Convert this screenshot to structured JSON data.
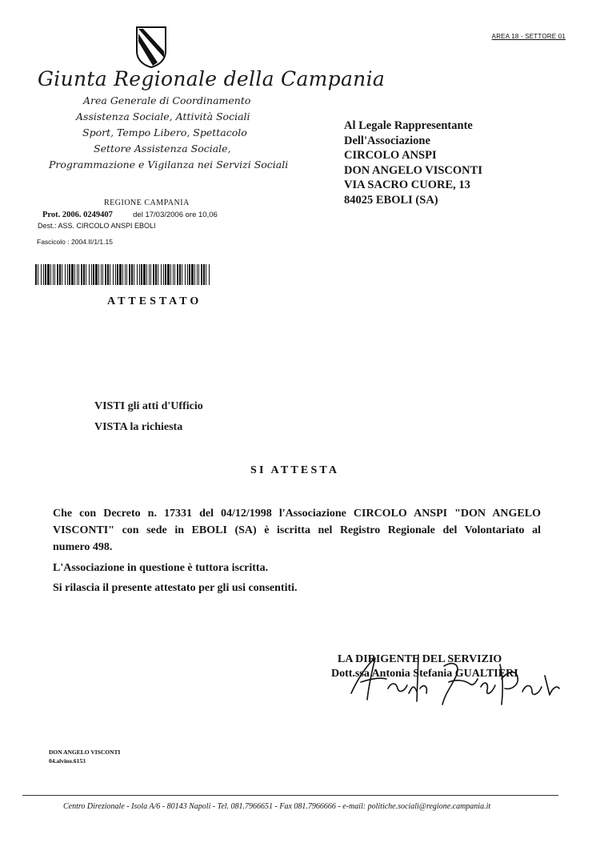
{
  "header": {
    "area_code": "AREA 18 - SETTORE 01",
    "org_title": "Giunta Regionale della Campania",
    "org_lines": [
      "Area Generale di Coordinamento",
      "Assistenza Sociale, Attività Sociali",
      "Sport, Tempo Libero, Spettacolo",
      "Settore Assistenza Sociale,",
      "Programmazione e Vigilanza nei Servizi Sociali"
    ]
  },
  "recipient": {
    "lines": [
      "Al Legale Rappresentante",
      "Dell'Associazione",
      "CIRCOLO ANSPI",
      "DON ANGELO VISCONTI",
      "VIA SACRO CUORE, 13",
      "84025 EBOLI (SA)"
    ]
  },
  "stamp": {
    "region": "REGIONE CAMPANIA",
    "prot_label": "Prot. 2006. 0249407",
    "prot_date": "del 17/03/2006 ore 10,06",
    "dest": "Dest.: ASS. CIRCOLO ANSPI EBOLI",
    "fascicolo": "Fascicolo : 2004.II/1/1.15"
  },
  "document": {
    "title": "ATTESTATO",
    "visti_1": "VISTI gli atti d'Ufficio",
    "visti_2": "VISTA la richiesta",
    "si_attesta": "SI ATTESTA",
    "para_1a": "Che con Decreto n. 17331 del 04/12/1998 l'Associazione CIRCOLO ANSPI \"DON ANGELO",
    "para_1b": "VISCONTI\" con sede in EBOLI (SA) è iscritta nel Registro Regionale del Volontariato al",
    "para_1c": "numero 498.",
    "para_2": "L'Associazione in questione è tuttora iscritta.",
    "para_3": "Si rilascia il presente attestato per gli usi consentiti."
  },
  "signature": {
    "role": "LA DIRIGENTE DEL SERVIZIO",
    "name": "Dott.ssa Antonia Stefania GUALTIERI"
  },
  "footer": {
    "ref_1": "DON ANGELO VISCONTI",
    "ref_2": "04.alvino.6153",
    "contact": "Centro Direzionale - Isola A/6 - 80143 Napoli - Tel. 081.7966651 - Fax 081.7966666 - e-mail: politiche.sociali@regione.campania.it"
  }
}
